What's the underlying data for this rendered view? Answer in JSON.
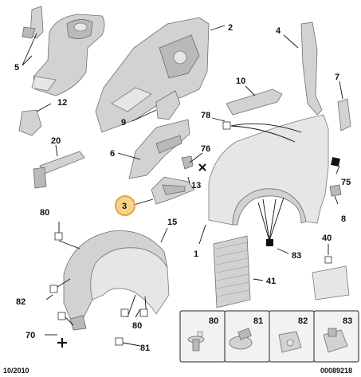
{
  "callouts": {
    "c1": "1",
    "c2": "2",
    "c3": "3",
    "c4": "4",
    "c5": "5",
    "c6": "6",
    "c7": "7",
    "c8": "8",
    "c9": "9",
    "c10": "10",
    "c12": "12",
    "c13": "13",
    "c15": "15",
    "c20": "20",
    "c40": "40",
    "c41": "41",
    "c70": "70",
    "c75": "75",
    "c76": "76",
    "c78": "78",
    "c80a": "80",
    "c80b": "80",
    "c81": "81",
    "c82": "82",
    "c83": "83"
  },
  "legend": {
    "cells": [
      "80",
      "81",
      "82",
      "83"
    ]
  },
  "footer": {
    "date": "10/2010",
    "reference": "00089218"
  },
  "colors": {
    "highlight_fill": "#f6d58a",
    "highlight_ring": "#e8a23c",
    "part_gray": "#d2d2d2"
  }
}
